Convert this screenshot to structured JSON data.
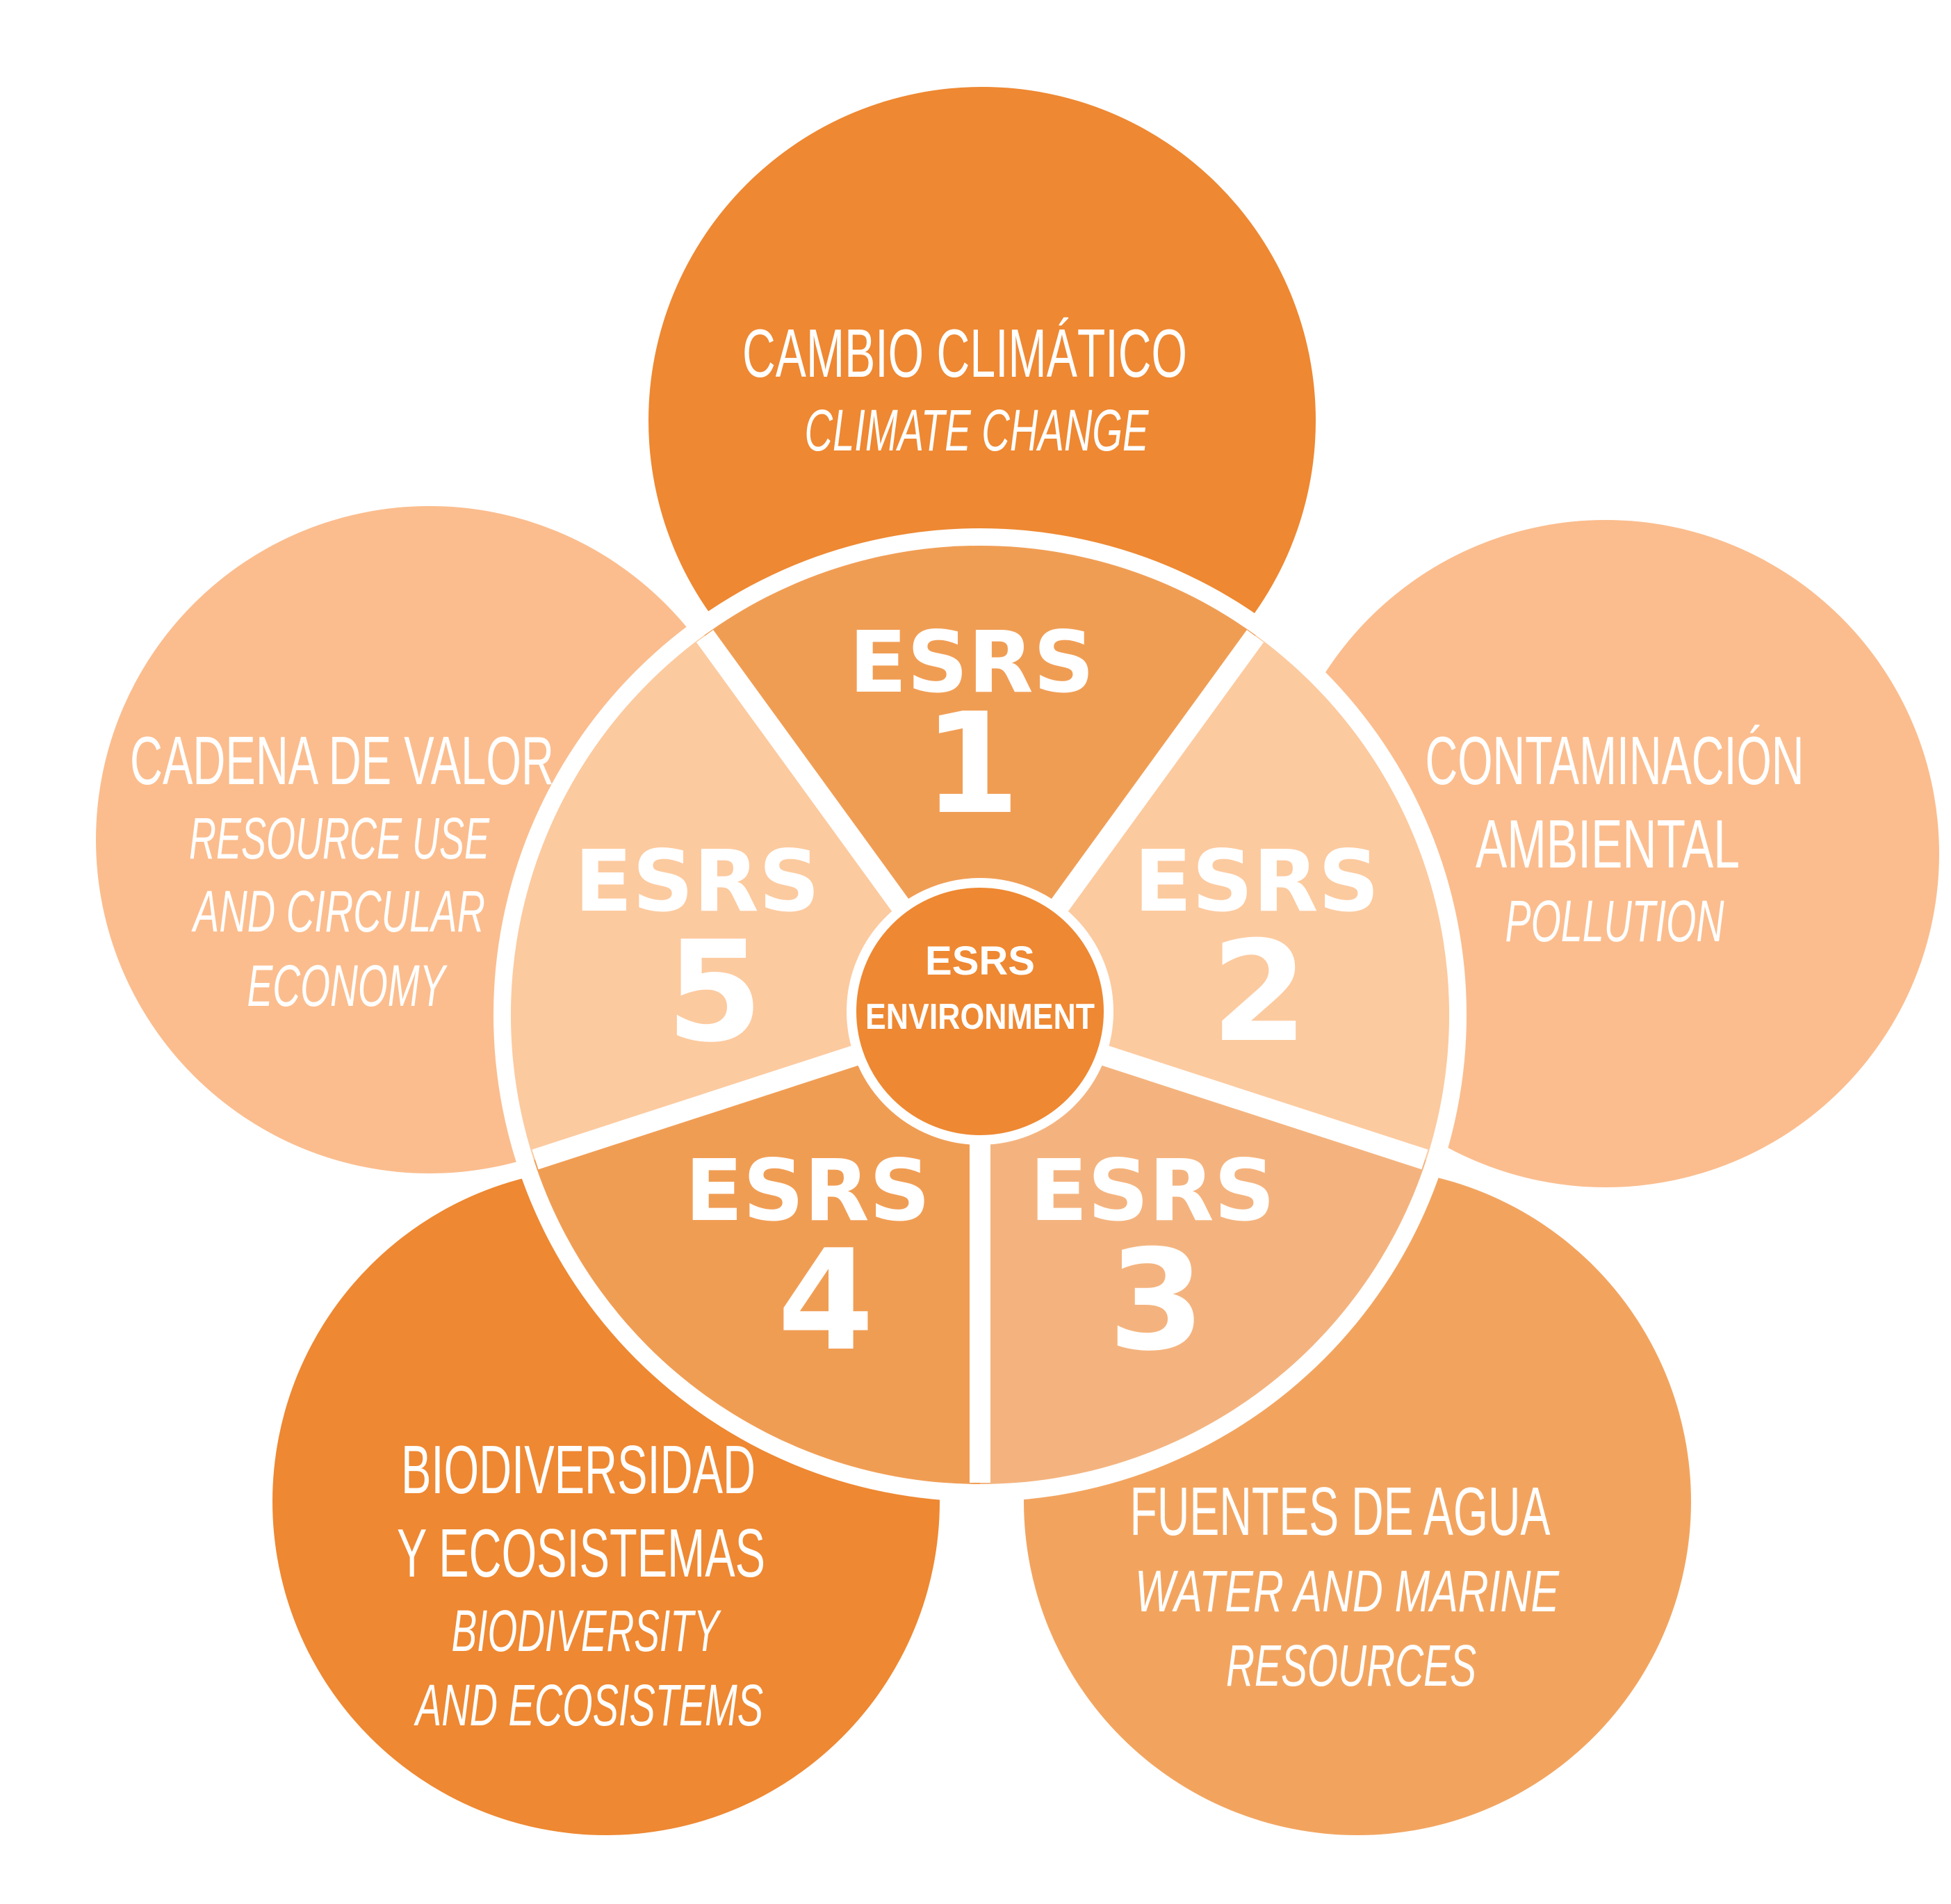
{
  "diagram": {
    "center": {
      "line1": "ESRS",
      "line2": "ENVIRONMENT",
      "color": "#EE8832"
    },
    "segments": [
      {
        "word": "ESRS",
        "number": "1",
        "color": "#F09D54"
      },
      {
        "word": "ESRS",
        "number": "2",
        "color": "#FCCA9F"
      },
      {
        "word": "ESRS",
        "number": "3",
        "color": "#F4B37E"
      },
      {
        "word": "ESRS",
        "number": "4",
        "color": "#F09D54"
      },
      {
        "word": "ESRS",
        "number": "5",
        "color": "#FCCA9F"
      }
    ],
    "petals": [
      {
        "title": [
          "CAMBIO CLIMÁTICO"
        ],
        "subtitle": [
          "CLIMATE CHANGE"
        ],
        "color": "#EE8832"
      },
      {
        "title": [
          "CONTAMINACIÓN",
          "AMBIENTAL"
        ],
        "subtitle": [
          "POLLUTION"
        ],
        "color": "#FBBD8E"
      },
      {
        "title": [
          "FUENTES DE AGUA"
        ],
        "subtitle": [
          "WATER AND MARINE",
          "RESOURCES"
        ],
        "color": "#F2A45F"
      },
      {
        "title": [
          "BIODIVERSIDAD",
          "Y ECOSISTEMAS"
        ],
        "subtitle": [
          "BIODIVERSITY",
          "AND ECOSISTEMS"
        ],
        "color": "#EE8832"
      },
      {
        "title": [
          "CADENA DE VALOR"
        ],
        "subtitle": [
          "RESOURCE USE",
          "AND CIRCULAR",
          "ECONOMY"
        ],
        "color": "#FBBD8E"
      }
    ]
  }
}
